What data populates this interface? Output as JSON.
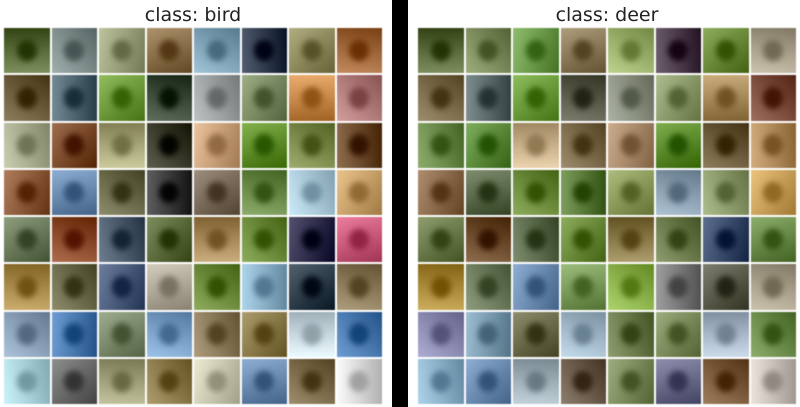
{
  "panels": [
    {
      "id": "bird",
      "title": "class: bird",
      "rows": 8,
      "cols": 8,
      "palette": [
        [
          "#5a6b3a",
          "#7d8c8a",
          "#9aa07a",
          "#8a6f4a",
          "#7ea1b6",
          "#2e3a4c",
          "#8e8a5e",
          "#a0683a"
        ],
        [
          "#6a5a3a",
          "#4f6670",
          "#6d9a3a",
          "#3c4a3a",
          "#9aa0a0",
          "#7a8a62",
          "#c88a4a",
          "#b07a7a"
        ],
        [
          "#a7ab8e",
          "#7a4a2a",
          "#a8a77a",
          "#3a3a2a",
          "#c8a07a",
          "#5f8e2a",
          "#7a8a4a",
          "#6a4a2a"
        ],
        [
          "#8a5a3a",
          "#6a8ab0",
          "#6a6a4a",
          "#3a3a3a",
          "#7a6a5a",
          "#6a8a4a",
          "#a8c8d8",
          "#c8a06a"
        ],
        [
          "#6a7a5a",
          "#8a4a2a",
          "#4a5a6a",
          "#5a6a3a",
          "#a88a5a",
          "#6a8a3a",
          "#2e2e4c",
          "#c85a7a"
        ],
        [
          "#a88a4a",
          "#6a6a4a",
          "#4a5a7a",
          "#b0a898",
          "#6a8a3a",
          "#8ab0c8",
          "#2e3e4a",
          "#8a7a5a"
        ],
        [
          "#8aa0b8",
          "#4a7ab0",
          "#7a8a6a",
          "#7aa0c8",
          "#8a7a5a",
          "#8a7a4a",
          "#c8d8e0",
          "#4a7ab0"
        ],
        [
          "#a8d0d8",
          "#6a6a6a",
          "#a0a07a",
          "#8a7a4a",
          "#c8c8b0",
          "#6a8ab0",
          "#7a6a4a",
          "#d8d8d8"
        ]
      ]
    },
    {
      "id": "deer",
      "title": "class: deer",
      "rows": 8,
      "cols": 8,
      "palette": [
        [
          "#5a6a3a",
          "#7a8a5a",
          "#6a9a4a",
          "#8a7a5a",
          "#9ab06a",
          "#4a3a4a",
          "#6a8a3a",
          "#a8a08a"
        ],
        [
          "#7a6a4a",
          "#5a6a6a",
          "#6a9a3a",
          "#5a5a4a",
          "#8a9080",
          "#8a9a6a",
          "#a88a5a",
          "#7a4a3a"
        ],
        [
          "#6a8a4a",
          "#5a8a3a",
          "#c8b08a",
          "#7a6a4a",
          "#a88a6a",
          "#5a8a2a",
          "#6a5a3a",
          "#b08a5a"
        ],
        [
          "#8a6a4a",
          "#5a6a4a",
          "#6a8a3a",
          "#5a7a3a",
          "#8a9a5a",
          "#8aa0b0",
          "#8a9a6a",
          "#c8a05a"
        ],
        [
          "#6a7a4a",
          "#6a4a2a",
          "#5a6a4a",
          "#6a8a3a",
          "#8a7a4a",
          "#6a7a4a",
          "#3a4a6a",
          "#6a8a4a"
        ],
        [
          "#a88a3a",
          "#6a7a5a",
          "#6a8ab0",
          "#7a9a5a",
          "#8ab04a",
          "#7a7a7a",
          "#5a5a4a",
          "#a8a08a"
        ],
        [
          "#8a8ab0",
          "#7a9ab0",
          "#6a6a4a",
          "#a0b8c8",
          "#6a7a4a",
          "#7a8a5a",
          "#a8b8c8",
          "#6a8a4a"
        ],
        [
          "#8ab0c8",
          "#6a8ab0",
          "#a0b0b8",
          "#6a5a4a",
          "#7a8a5a",
          "#6a6a8a",
          "#7a5a3a",
          "#c8c0b8"
        ]
      ]
    }
  ]
}
